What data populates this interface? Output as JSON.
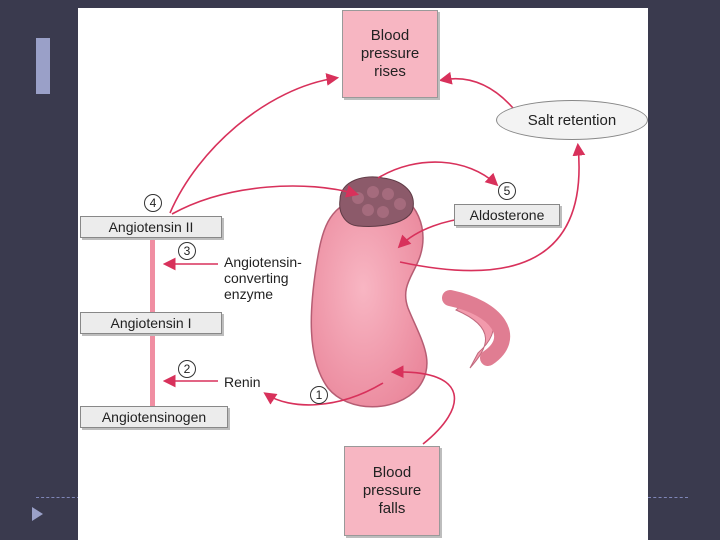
{
  "diagram": {
    "blood_pressure_rises": "Blood\npressure\nrises",
    "blood_pressure_falls": "Blood\npressure\nfalls",
    "salt_retention": "Salt retention",
    "aldosterone": "Aldosterone",
    "angiotensin_ii": "Angiotensin II",
    "angiotensin_i": "Angiotensin I",
    "angiotensinogen": "Angiotensinogen",
    "ace_line1": "Angiotensin-",
    "ace_line2": "converting",
    "ace_line3": "enzyme",
    "renin": "Renin",
    "steps": [
      "1",
      "2",
      "3",
      "4",
      "5"
    ]
  },
  "colors": {
    "slide_background": "#3a3a4e",
    "arrow": "#d8315b",
    "kidney": "#f29aac",
    "gland": "#8c5a6a",
    "pink_box": "#f7b6c2"
  }
}
